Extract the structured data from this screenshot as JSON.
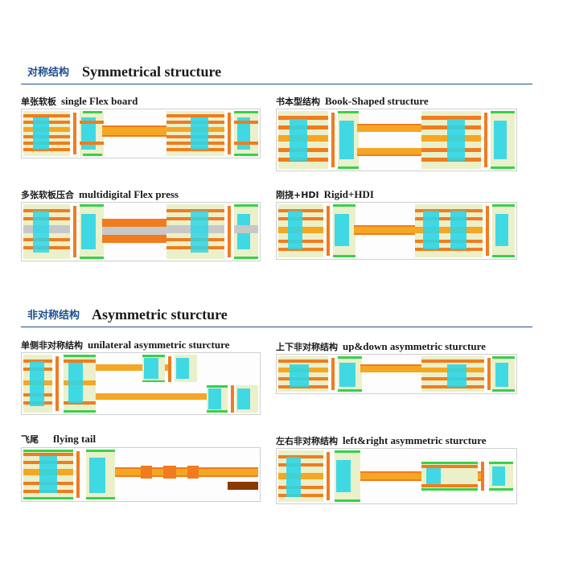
{
  "sections": [
    {
      "cn": "对称结构",
      "en": "Symmetrical structure"
    },
    {
      "cn": "非对称结构",
      "en": "Asymmetric sturcture"
    }
  ],
  "panels": [
    {
      "cn": "单张软板",
      "en": "single Flex board"
    },
    {
      "cn": "书本型结构",
      "en": "Book-Shaped structure"
    },
    {
      "cn": "多张软板压合",
      "en": "multidigital Flex press"
    },
    {
      "cn": "刚挠+HDI",
      "en": "Rigid+HDI"
    },
    {
      "cn": "单侧非对称结构",
      "en": "unilateral asymmetric sturcture"
    },
    {
      "cn": "上下非对称结构",
      "en": "up&down asymmetric sturcture"
    },
    {
      "cn": "飞尾",
      "en": "flying tail"
    },
    {
      "cn": "左右非对称结构",
      "en": "left&right asymmetric sturcture"
    }
  ],
  "colors": {
    "accent": "#1d4f8c",
    "copper": "#f07c1e",
    "core": "#f5a623",
    "cyan": "#2ed6e6",
    "green": "#37d14a",
    "beige": "#eaf0c9",
    "gray": "#c8c8c8",
    "brown": "#8a3a00"
  }
}
